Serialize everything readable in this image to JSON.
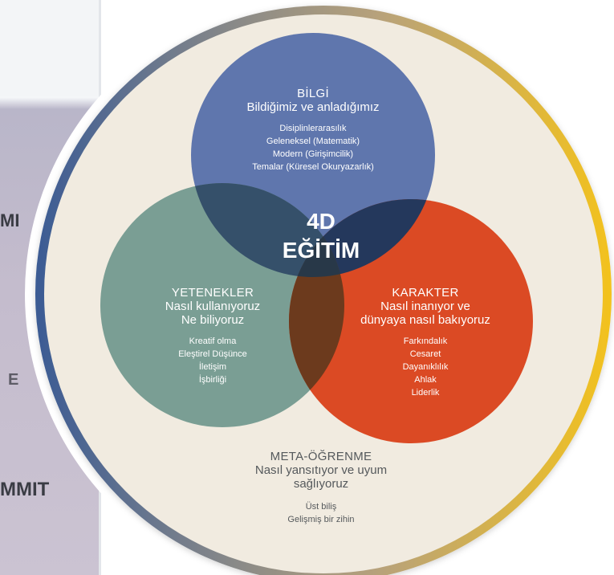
{
  "background": {
    "fragments": [
      "MI",
      "E",
      "MMIT"
    ]
  },
  "center": {
    "line1": "4D",
    "line2": "EĞİTİM"
  },
  "circles": {
    "bilgi": {
      "title": "BİLGİ",
      "subtitle": "Bildiğimiz ve anladığımız",
      "items": [
        "Disiplinlerarasılık",
        "Geleneksel (Matematik)",
        "Modern (Girişimcilik)",
        "Temalar (Küresel Okuryazarlık)"
      ],
      "color": "#5f76ad"
    },
    "yetenekler": {
      "title": "YETENEKLER",
      "subtitle_lines": [
        "Nasıl kullanıyoruz",
        "Ne biliyoruz"
      ],
      "items": [
        "Kreatif olma",
        "Eleştirel Düşünce",
        "İletişim",
        "İşbirliği"
      ],
      "color": "#7a9e94"
    },
    "karakter": {
      "title": "KARAKTER",
      "subtitle_lines": [
        "Nasıl inanıyor ve",
        "dünyaya nasıl bakıyoruz"
      ],
      "items": [
        "Farkındalık",
        "Cesaret",
        "Dayanıklılık",
        "Ahlak",
        "Liderlik"
      ],
      "color": "#db4a24"
    }
  },
  "meta": {
    "title": "META-ÖĞRENME",
    "subtitle_lines": [
      "Nasıl yansıtıyor ve uyum",
      "sağlıyoruz"
    ],
    "items": [
      "Üst biliş",
      "Gelişmiş bir zihin"
    ]
  },
  "colors": {
    "outer_fill": "#f1ebe0",
    "ring_start": "#3f5f95",
    "ring_end": "#f0c022",
    "overlap_bilgi_yetenek": "#35506a",
    "overlap_bilgi_karakter": "#24385c",
    "overlap_yetenek_karakter": "#6c3a1d",
    "center_overlap": "#283848"
  }
}
